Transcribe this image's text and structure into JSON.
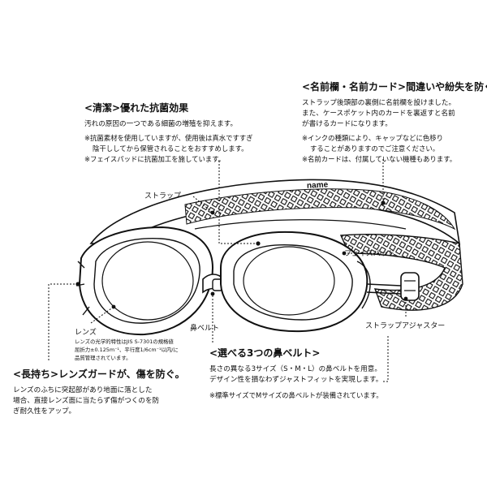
{
  "hygiene": {
    "heading": "<清潔>優れた抗菌効果",
    "body": "汚れの原因の一つである細菌の増殖を抑えます。",
    "note1a": "※抗菌素材を使用していますが、使用後は真水ですすぎ",
    "note1b": "陰干ししてから保管されることをおすすめします。",
    "note2": "※フェイスパッドに抗菌加工を施しています。"
  },
  "namecard": {
    "heading": "<名前欄・名前カード>間違いや紛失を防ぐ。",
    "line1": "ストラップ後頭部の裏側に名前欄を設けました。",
    "line2": "また、ケースポケット内のカードを裏返すと名前",
    "line3": "が書けるカードになります。",
    "note1a": "※インクの種類により、キャップなどに色移り",
    "note1b": "することがありますのでご注意ください。",
    "note2": "※名前カードは、付属していない機種もあります。"
  },
  "durability": {
    "heading": "<長持ち>レンズガードが、傷を防ぐ。",
    "line1": "レンズのふちに突起部があり地面に落とした",
    "line2": "場合、直接レンズ面に当たらず傷がつくのを防",
    "line3": "ぎ耐久性をアップ。"
  },
  "nosebelt": {
    "heading": "<選べる3つの鼻ベルト>",
    "line1": "長さの異なる3サイズ（S・M・L）の鼻ベルトを用意。",
    "line2": "デザイン性を損なわずジャストフィットを実現します。",
    "note": "※標準サイズでMサイズの鼻ベルトが装備されています。"
  },
  "labels": {
    "strap": "ストラップ",
    "facepad": "フェイスパッド",
    "nosebelt": "鼻ベルト",
    "lens": "レンズ",
    "adjuster": "ストラップアジャスター",
    "name_print": "name"
  },
  "lens_spec": {
    "line1": "レンズの光学的特性はJIS S-7301の規格値",
    "line2": "屈折力±0.125m⁻¹、平行度1/6cm⁻¹以内/に",
    "line3": "品質管理されています。"
  },
  "colors": {
    "ink": "#111111",
    "paper": "#ffffff"
  }
}
